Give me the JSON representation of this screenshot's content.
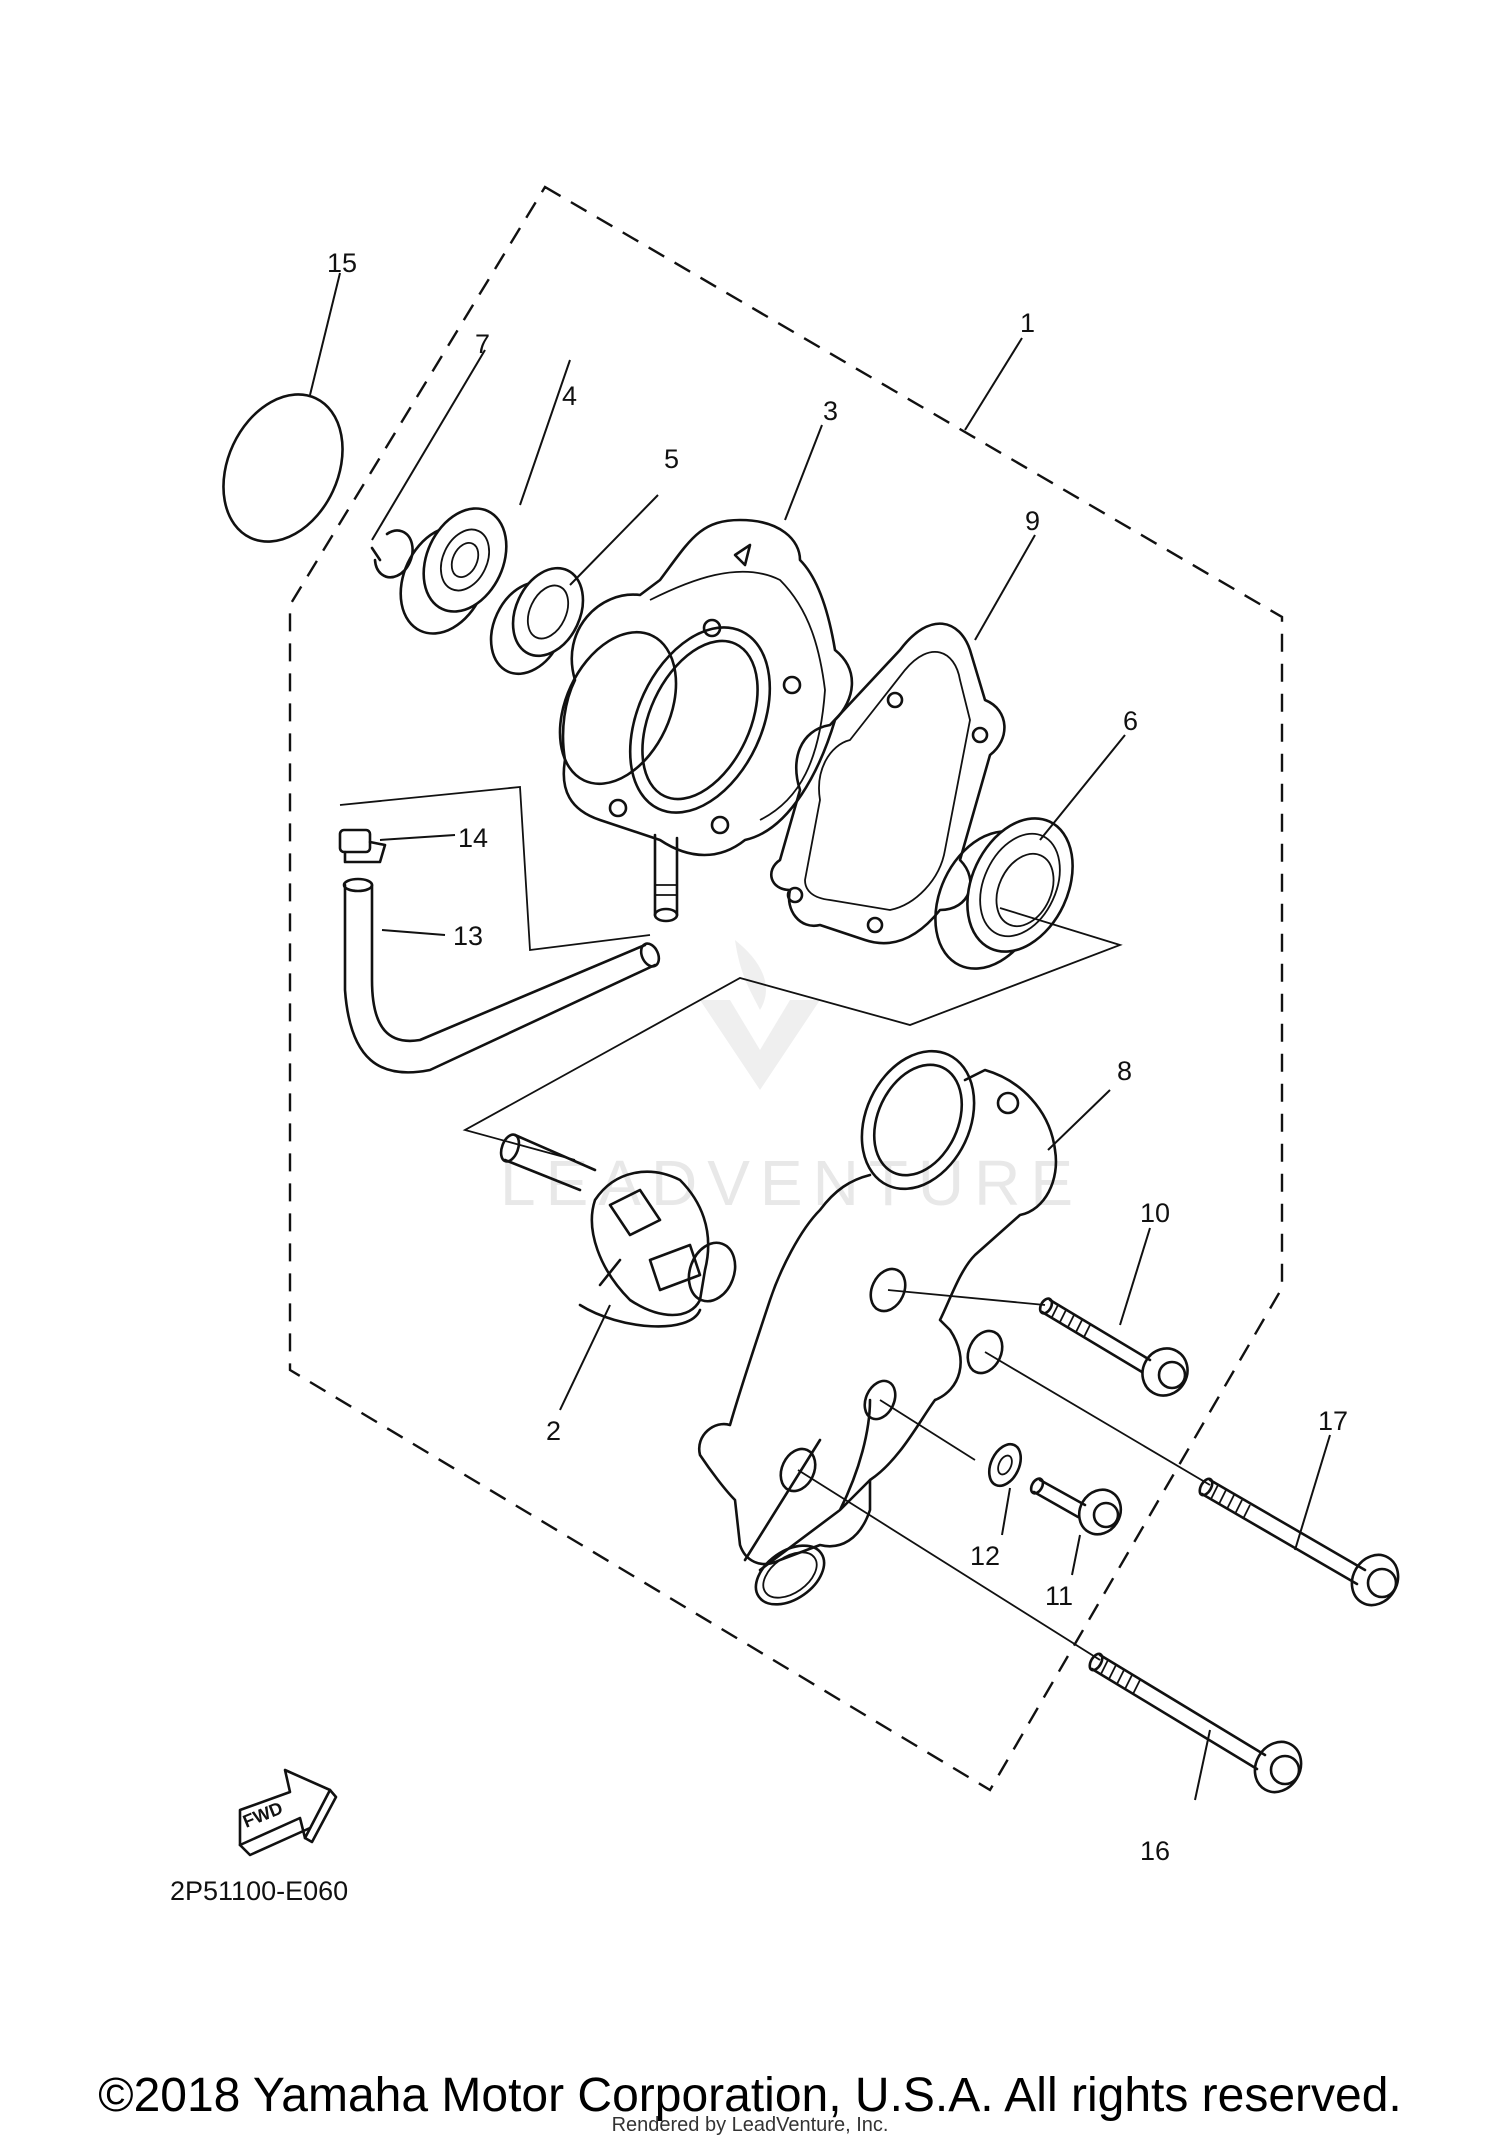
{
  "diagram": {
    "part_labels": {
      "p1": "1",
      "p2": "2",
      "p3": "3",
      "p4": "4",
      "p5": "5",
      "p6": "6",
      "p7": "7",
      "p8": "8",
      "p9": "9",
      "p10": "10",
      "p11": "11",
      "p12": "12",
      "p13": "13",
      "p14": "14",
      "p15": "15",
      "p16": "16",
      "p17": "17"
    },
    "fwd_label": "FWD",
    "diagram_code": "2P51100-E060",
    "watermark": "LEADVENTURE"
  },
  "footer": {
    "copyright": "©2018 Yamaha Motor Corporation, U.S.A. All rights reserved.",
    "rendered_by": "Rendered by LeadVenture, Inc."
  }
}
